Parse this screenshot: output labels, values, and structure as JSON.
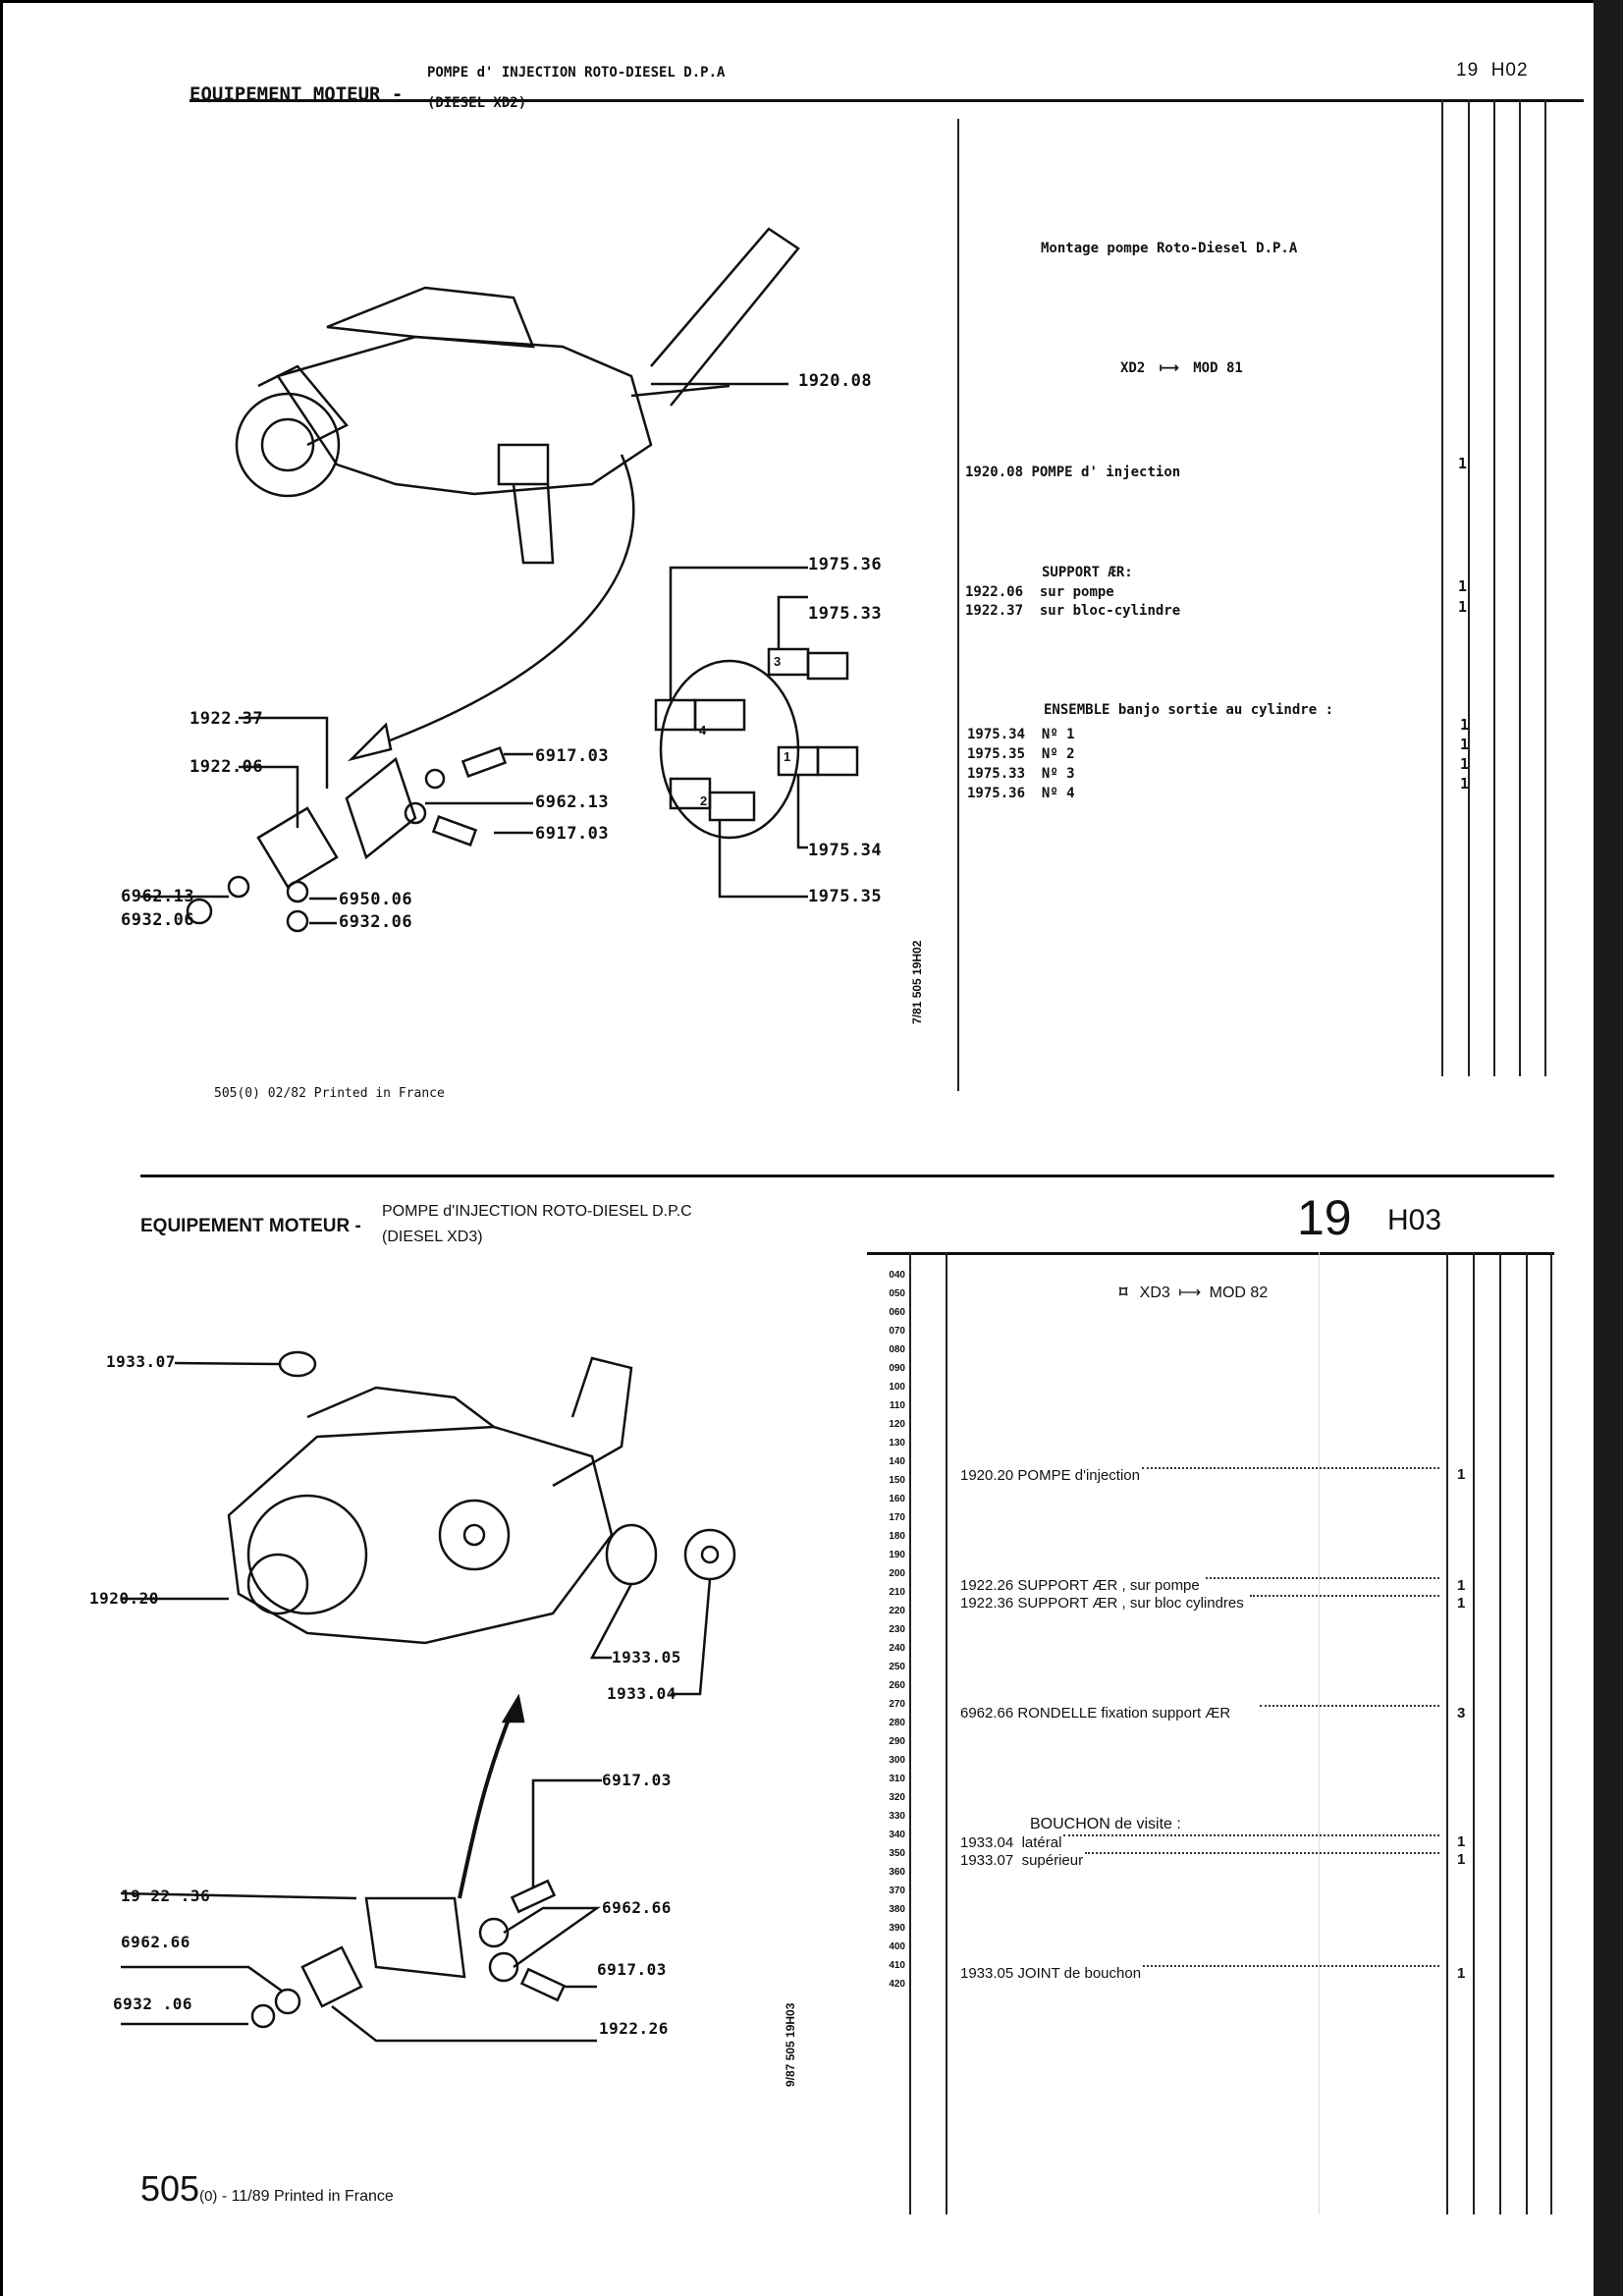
{
  "top_sheet": {
    "section": "EQUIPEMENT MOTEUR -",
    "subtitle_line1": "POMPE d' INJECTION ROTO-DIESEL D.P.A",
    "subtitle_line2": "(DIESEL XD2)",
    "page_ref": "19  H02",
    "assembly_title": "Montage pompe Roto-Diesel D.P.A",
    "applicability": {
      "model": "XD2",
      "arrow": "⟼",
      "to": "MOD 81"
    },
    "parts": [
      {
        "ref": "1920.08",
        "label": "POMPE d' injection",
        "qty": "1"
      }
    ],
    "support_header": "SUPPORT ÆR:",
    "support_parts": [
      {
        "ref": "1922.06",
        "label": "sur pompe",
        "qty": "1"
      },
      {
        "ref": "1922.37",
        "label": "sur bloc-cylindre",
        "qty": "1"
      }
    ],
    "banjo_header": "ENSEMBLE banjo sortie au cylindre :",
    "banjo_parts": [
      {
        "ref": "1975.34",
        "label": "Nº 1",
        "qty": "1"
      },
      {
        "ref": "1975.35",
        "label": "Nº 2",
        "qty": "1"
      },
      {
        "ref": "1975.33",
        "label": "Nº 3",
        "qty": "1"
      },
      {
        "ref": "1975.36",
        "label": "Nº 4",
        "qty": "1"
      }
    ],
    "vertical_code": "7/81  505  19H02",
    "footer": "505(0)  02/82 Printed in France",
    "callouts": {
      "c1920_08": "1920.08",
      "c1975_36": "1975.36",
      "c1975_33": "1975.33",
      "c1922_37": "1922.37",
      "c1922_06": "1922.06",
      "c6917_03a": "6917.03",
      "c6962_13a": "6962.13",
      "c6917_03b": "6917.03",
      "c6962_13b": "6962.13",
      "c6950_06": "6950.06",
      "c6932_06a": "6932.06",
      "c6932_06b": "6932.06",
      "c1975_34": "1975.34",
      "c1975_35": "1975.35",
      "banjo_numbers": [
        "1",
        "2",
        "3",
        "4"
      ]
    }
  },
  "bottom_sheet": {
    "section": "EQUIPEMENT MOTEUR -",
    "subtitle_line1": "POMPE d'INJECTION ROTO-DIESEL D.P.C",
    "subtitle_line2": "(DIESEL XD3)",
    "page_ref_num": "19",
    "page_ref_code": "H03",
    "applicability": {
      "model": "XD3",
      "arrow": "⟼",
      "to": "MOD 82"
    },
    "line_numbers": [
      "040",
      "050",
      "060",
      "070",
      "080",
      "090",
      "100",
      "110",
      "120",
      "130",
      "140",
      "150",
      "160",
      "170",
      "180",
      "190",
      "200",
      "210",
      "220",
      "230",
      "240",
      "250",
      "260",
      "270",
      "280",
      "290",
      "300",
      "310",
      "320",
      "330",
      "340",
      "350",
      "360",
      "370",
      "380",
      "390",
      "400",
      "410",
      "420"
    ],
    "parts": [
      {
        "ref": "1920.20",
        "label": "POMPE d'injection",
        "qty": "1"
      },
      {
        "ref": "1922.26",
        "label": "SUPPORT ÆR , sur pompe",
        "qty": "1"
      },
      {
        "ref": "1922.36",
        "label": "SUPPORT ÆR , sur bloc cylindres",
        "qty": "1"
      },
      {
        "ref": "6962.66",
        "label": "RONDELLE fixation support ÆR",
        "qty": "3"
      }
    ],
    "bouchon_header": "BOUCHON de visite :",
    "bouchon_parts": [
      {
        "ref": "1933.04",
        "label": "latéral",
        "qty": "1"
      },
      {
        "ref": "1933.07",
        "label": "supérieur",
        "qty": "1"
      }
    ],
    "joint": {
      "ref": "1933.05",
      "label": "JOINT de bouchon",
      "qty": "1"
    },
    "vertical_code": "9/87  505  19H03",
    "footer_num": "505",
    "footer_sub": "(0)",
    "footer_text": " - 11/89 Printed in France",
    "callouts": {
      "c1933_07": "1933.07",
      "c1920_20": "1920.20",
      "c1933_05": "1933.05",
      "c1933_04": "1933.04",
      "c6917_03a": "6917.03",
      "c1922_36": "19 22 .36",
      "c6962_66a": "6962.66",
      "c6962_66b": "6962.66",
      "c6917_03b": "6917.03",
      "c6932_06": "6932 .06",
      "c1922_26": "1922.26"
    }
  }
}
